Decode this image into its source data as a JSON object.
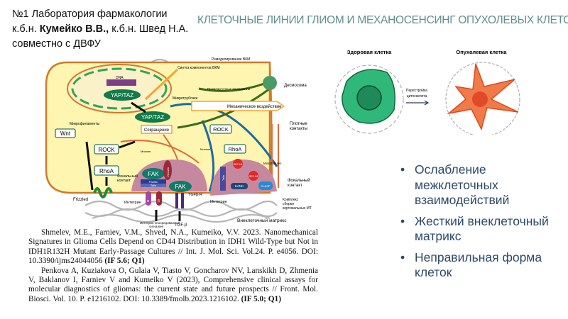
{
  "header": {
    "lab": "№1 Лаборатория фармакологии",
    "line2_prefix": "к.б.н. ",
    "lead_author": "Кумейко В.В.,",
    "line2_suffix": " к.б.н. Швед Н.А.",
    "line3": "совместно с ДВФУ"
  },
  "title": "КЛЕТОЧНЫЕ ЛИНИИ ГЛИОМ И МЕХАНОСЕНСИНГ ОПУХОЛЕВЫХ КЛЕТОК",
  "diagram": {
    "remodeling": "Ремоделирование ВКМ",
    "synthesis": "Синтез компонентов ВКМ",
    "dna": "DNA",
    "yap_nuclear": "YAP/TAZ",
    "yap_cyto": "YAP/TAZ",
    "contraction": "Сокращение",
    "microfilaments": "Микрофиламенты",
    "microtubules_ru": "Микротрубочки",
    "intermediate": "Промежуточные филаменты",
    "desmosome": "Десмосома",
    "mechanical": "Механическое воздействие",
    "tight_1": "Плотные",
    "tight_2": "контакты",
    "wnt": "Wnt",
    "rock_left": "ROCK",
    "rhoa_left": "RhoA",
    "rock_right": "ROCK",
    "rhoa_right": "RhoA",
    "myosin_1": "Миозин",
    "myosin_2": "Миозин",
    "focal_1a": "Фокальный",
    "focal_1b": "контакт",
    "fak_1": "FAK",
    "fak_2": "FAK",
    "paxillin": "Paxillin",
    "talin_1": "Talin",
    "vinculin": "Vinculin",
    "frizzled": "Frizzled",
    "integrin_1": "Интегрин",
    "integrin_2": "Интегрин",
    "alpha": "α",
    "beta": "β",
    "tgfbr": "TGFβ-R",
    "integrin_signal_1": "Интегрин-опосредованный",
    "integrin_signal_2": "сигналинг",
    "tgfb": "TGF-β",
    "gef_1": "GEF-H1",
    "gef_2": "GEF-H1",
    "microtubules_en": "Microtubules",
    "talin_2": "Talin",
    "kank": "KANK",
    "clasp": "CLASP",
    "focal_2a": "Фокальный",
    "focal_2b": "контакт",
    "complex_1": "Комплекс",
    "complex_2": "сборки",
    "complex_3": "кортикальных МТ",
    "ecm": "Внеклеточный матрикс"
  },
  "cells": {
    "healthy": "Здоровая клетка",
    "tumor": "Опухолевая клетка",
    "arrow_1": "Перестройка",
    "arrow_2": "цитоскелета"
  },
  "references": [
    {
      "text": "Shmelev, M.E., Farniev, V.M., Shved, N.A., Kumeiko, V.V. 2023. Nanomechanical Signatures in Glioma Cells Depend on CD44 Distribution in IDH1 Wild-Type but Not in IDH1R132H Mutant Early-Passage Cultures // Int. J. Mol. Sci. Vol.24. P. e4056. DOI: 10.3390/ijms24044056 ",
      "impact": "(IF 5.6; Q1)"
    },
    {
      "text": "Penkova A, Kuziakova O, Gulaia V, Tiasto V, Goncharov NV, Lanskikh D, Zhmenia V, Baklanov I, Farniev V and Kumeiko V (2023), Comprehensive clinical assays for molecular diagnostics of gliomas: the current state and future prospects // Front. Mol. Biosci. Vol. 10. P. e1216102. DOI: 10.3389/fmolb.2023.1216102. ",
      "impact": "(IF 5.0; Q1)"
    }
  ],
  "bullets": [
    {
      "bullet": "•",
      "label": "Ослабление межклеточных взаимодействий"
    },
    {
      "bullet": "•",
      "label": "Жесткий внеклеточный матрикс"
    },
    {
      "bullet": "•",
      "label": "Неправильная форма клеток"
    }
  ],
  "colors": {
    "title": "#5f8f8c",
    "bullets": "#2c4a68",
    "cytoplasm": "#fdf5b0",
    "healthy": "#2fb87a",
    "tumor": "#f06a3a"
  }
}
